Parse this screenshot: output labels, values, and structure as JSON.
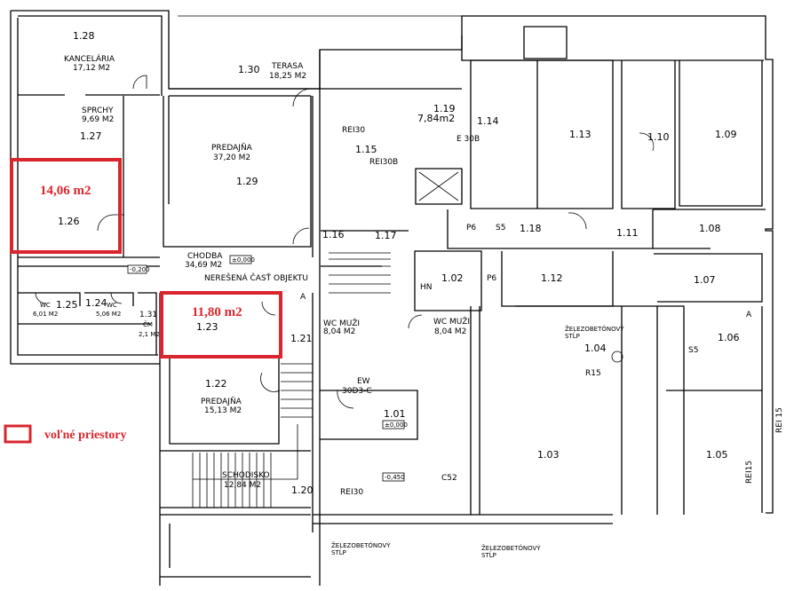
{
  "colors": {
    "highlight": "#d9262e",
    "lines": "#000000"
  },
  "highlights": [
    {
      "room": "1.26",
      "area": "14,06 m2"
    },
    {
      "room": "1.23",
      "area": "11,80 m2"
    }
  ],
  "legend": {
    "label": "voľné priestory"
  },
  "rooms": {
    "r128": {
      "num": "1.28",
      "name": "KANCELÁRIA",
      "area": "17,12 M2"
    },
    "r130": {
      "num": "1.30",
      "name": "TERASA",
      "area": "18,25 M2"
    },
    "r127": {
      "num": "1.27",
      "name": "SPRCHY",
      "area": "9,69 M2"
    },
    "r129": {
      "num": "1.29",
      "name": "PREDAJŇA",
      "area": "37,20 M2"
    },
    "r126": {
      "num": "1.26"
    },
    "chodba": {
      "name": "CHODBA",
      "area": "34,69 M2"
    },
    "r125": {
      "num": "1.25",
      "name": "WC",
      "area": "6,01 M2"
    },
    "r124": {
      "num": "1.24",
      "name": "WC",
      "area": "5,06 M2"
    },
    "r131": {
      "num": "1.31",
      "name": "ČM",
      "area": "2,1 M2"
    },
    "r123": {
      "num": "1.23"
    },
    "r121": {
      "num": "1.21"
    },
    "r122": {
      "num": "1.22",
      "name": "PREDAJŇA",
      "area": "15,13 M2"
    },
    "schodisko": {
      "name": "SCHODISKO",
      "area": "12,84 M2"
    },
    "r120": {
      "num": "1.20"
    },
    "r115": {
      "num": "1.15"
    },
    "r116": {
      "num": "1.16"
    },
    "r117": {
      "num": "1.17"
    },
    "r119": {
      "num": "1.19",
      "area": "7,84m2"
    },
    "r114": {
      "num": "1.14"
    },
    "r113": {
      "num": "1.13"
    },
    "r110": {
      "num": "1.10"
    },
    "r109": {
      "num": "1.09"
    },
    "r118": {
      "num": "1.18"
    },
    "r111": {
      "num": "1.11"
    },
    "r108": {
      "num": "1.08"
    },
    "r102": {
      "num": "1.02"
    },
    "r112": {
      "num": "1.12"
    },
    "r107": {
      "num": "1.07"
    },
    "wcm1": {
      "name": "WC MUŽI",
      "area": "8,04 M2"
    },
    "wcm2": {
      "name": "WC MUŽI",
      "area": "8,04 M2"
    },
    "r101": {
      "num": "1.01"
    },
    "r103": {
      "num": "1.03"
    },
    "r104": {
      "num": "1.04"
    },
    "r106": {
      "num": "1.06"
    },
    "r105": {
      "num": "1.05"
    }
  },
  "annotations": {
    "unresolved": "NEREŠENÁ ČASŤ OBJEKTU",
    "level_0": "±0,000",
    "level_m200": "-0,200",
    "level_m450": "-0,450",
    "level_101": "±0,000",
    "rei30_a": "REI30",
    "rei30b": "REI30B",
    "rei30_b": "REI30",
    "e30b": "E 30B",
    "ew": "EW",
    "ew_code": "30D3-C",
    "c52": "C52",
    "r15": "R15",
    "rei15_a": "REI15",
    "rei15_b": "REI 15",
    "p6_a": "P6",
    "s5_a": "S5",
    "p6_b": "P6",
    "s5_b": "S5",
    "hn": "HN",
    "column_1": "ŽELEZOBETÓNOVÝ",
    "column_1b": "STĹP",
    "column_2": "ŽELEZOBETÓNOVÝ",
    "column_2b": "STĹP",
    "column_3": "ŽELEZOBETÓNOVÝ",
    "column_3b": "STĹP",
    "section_a": "A"
  }
}
